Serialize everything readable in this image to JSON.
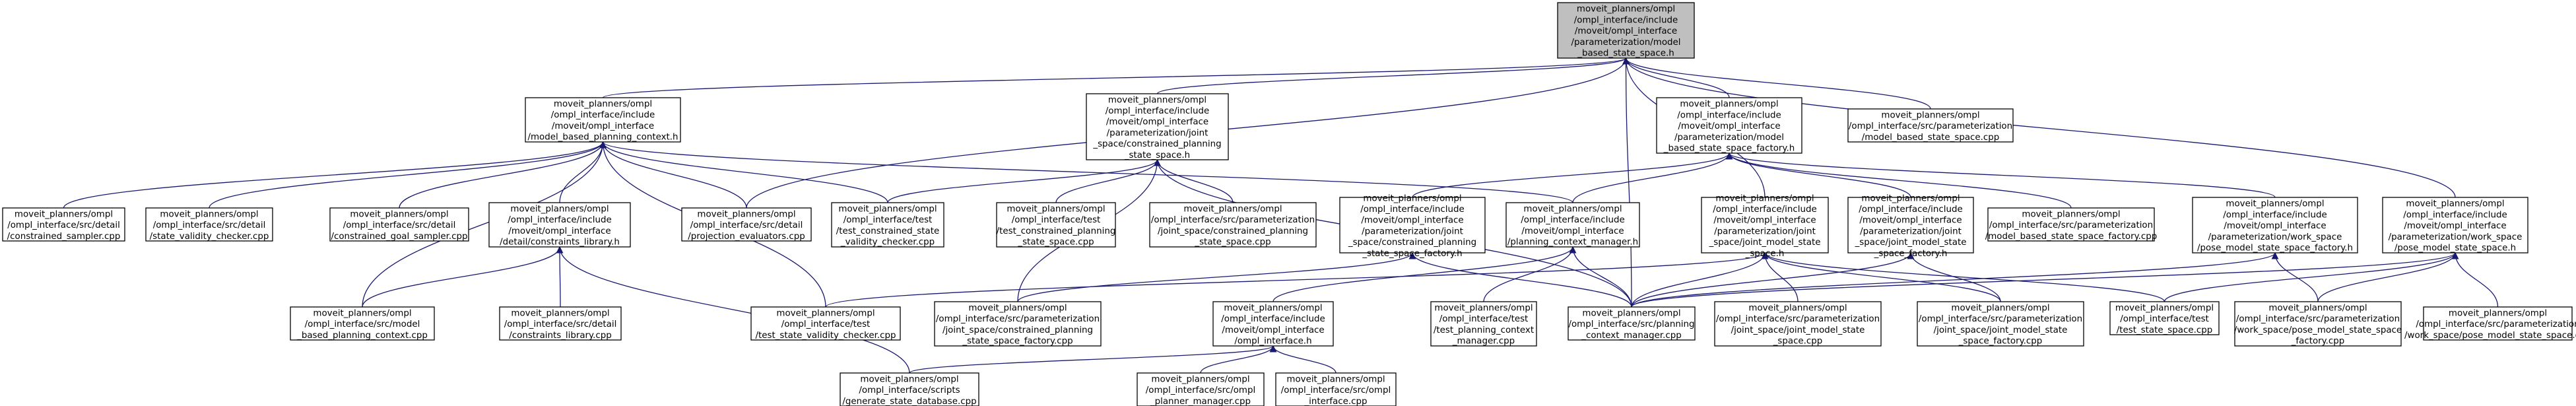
{
  "graph": {
    "colors": {
      "edge": "#191970",
      "root_fill": "#bfbfbf",
      "node_fill": "#ffffff",
      "border": "#000000"
    },
    "nodes": [
      {
        "id": "root",
        "lines": [
          "moveit_planners/ompl",
          "/ompl_interface/include",
          "/moveit/ompl_interface",
          "/parameterization/model",
          "_based_state_space.h"
        ],
        "highlight": true
      },
      {
        "id": "model_based_planning_context_h",
        "lines": [
          "moveit_planners/ompl",
          "/ompl_interface/include",
          "/moveit/ompl_interface",
          "/model_based_planning_context.h"
        ]
      },
      {
        "id": "constrained_planning_state_space_h",
        "lines": [
          "moveit_planners/ompl",
          "/ompl_interface/include",
          "/moveit/ompl_interface",
          "/parameterization/joint",
          "_space/constrained_planning",
          "_state_space.h"
        ]
      },
      {
        "id": "model_based_state_space_factory_h",
        "lines": [
          "moveit_planners/ompl",
          "/ompl_interface/include",
          "/moveit/ompl_interface",
          "/parameterization/model",
          "_based_state_space_factory.h"
        ]
      },
      {
        "id": "model_based_state_space_cpp",
        "lines": [
          "moveit_planners/ompl",
          "/ompl_interface/src/parameterization",
          "/model_based_state_space.cpp"
        ]
      },
      {
        "id": "constrained_sampler_cpp",
        "lines": [
          "moveit_planners/ompl",
          "/ompl_interface/src/detail",
          "/constrained_sampler.cpp"
        ]
      },
      {
        "id": "state_validity_checker_cpp",
        "lines": [
          "moveit_planners/ompl",
          "/ompl_interface/src/detail",
          "/state_validity_checker.cpp"
        ]
      },
      {
        "id": "constrained_goal_sampler_cpp",
        "lines": [
          "moveit_planners/ompl",
          "/ompl_interface/src/detail",
          "/constrained_goal_sampler.cpp"
        ]
      },
      {
        "id": "constraints_library_h",
        "lines": [
          "moveit_planners/ompl",
          "/ompl_interface/include",
          "/moveit/ompl_interface",
          "/detail/constraints_library.h"
        ]
      },
      {
        "id": "projection_evaluators_cpp",
        "lines": [
          "moveit_planners/ompl",
          "/ompl_interface/src/detail",
          "/projection_evaluators.cpp"
        ]
      },
      {
        "id": "test_constrained_state_validity_checker_cpp",
        "lines": [
          "moveit_planners/ompl",
          "/ompl_interface/test",
          "/test_constrained_state",
          "_validity_checker.cpp"
        ]
      },
      {
        "id": "test_constrained_planning_state_space_cpp",
        "lines": [
          "moveit_planners/ompl",
          "/ompl_interface/test",
          "/test_constrained_planning",
          "_state_space.cpp"
        ]
      },
      {
        "id": "constrained_planning_state_space_cpp",
        "lines": [
          "moveit_planners/ompl",
          "/ompl_interface/src/parameterization",
          "/joint_space/constrained_planning",
          "_state_space.cpp"
        ]
      },
      {
        "id": "constrained_planning_state_space_factory_h",
        "lines": [
          "moveit_planners/ompl",
          "/ompl_interface/include",
          "/moveit/ompl_interface",
          "/parameterization/joint",
          "_space/constrained_planning",
          "_state_space_factory.h"
        ]
      },
      {
        "id": "planning_context_manager_h",
        "lines": [
          "moveit_planners/ompl",
          "/ompl_interface/include",
          "/moveit/ompl_interface",
          "/planning_context_manager.h"
        ]
      },
      {
        "id": "joint_model_state_space_h",
        "lines": [
          "moveit_planners/ompl",
          "/ompl_interface/include",
          "/moveit/ompl_interface",
          "/parameterization/joint",
          "_space/joint_model_state",
          "_space.h"
        ]
      },
      {
        "id": "joint_model_state_space_factory_h",
        "lines": [
          "moveit_planners/ompl",
          "/ompl_interface/include",
          "/moveit/ompl_interface",
          "/parameterization/joint",
          "_space/joint_model_state",
          "_space_factory.h"
        ]
      },
      {
        "id": "model_based_state_space_factory_cpp",
        "lines": [
          "moveit_planners/ompl",
          "/ompl_interface/src/parameterization",
          "/model_based_state_space_factory.cpp"
        ]
      },
      {
        "id": "pose_model_state_space_factory_h",
        "lines": [
          "moveit_planners/ompl",
          "/ompl_interface/include",
          "/moveit/ompl_interface",
          "/parameterization/work_space",
          "/pose_model_state_space_factory.h"
        ]
      },
      {
        "id": "pose_model_state_space_h",
        "lines": [
          "moveit_planners/ompl",
          "/ompl_interface/include",
          "/moveit/ompl_interface",
          "/parameterization/work_space",
          "/pose_model_state_space.h"
        ]
      },
      {
        "id": "model_based_planning_context_cpp",
        "lines": [
          "moveit_planners/ompl",
          "/ompl_interface/src/model",
          "_based_planning_context.cpp"
        ]
      },
      {
        "id": "constraints_library_cpp",
        "lines": [
          "moveit_planners/ompl",
          "/ompl_interface/src/detail",
          "/constraints_library.cpp"
        ]
      },
      {
        "id": "test_state_validity_checker_cpp",
        "lines": [
          "moveit_planners/ompl",
          "/ompl_interface/test",
          "/test_state_validity_checker.cpp"
        ]
      },
      {
        "id": "constrained_planning_state_space_factory_cpp",
        "lines": [
          "moveit_planners/ompl",
          "/ompl_interface/src/parameterization",
          "/joint_space/constrained_planning",
          "_state_space_factory.cpp"
        ]
      },
      {
        "id": "ompl_interface_h",
        "lines": [
          "moveit_planners/ompl",
          "/ompl_interface/include",
          "/moveit/ompl_interface",
          "/ompl_interface.h"
        ]
      },
      {
        "id": "test_planning_context_manager_cpp",
        "lines": [
          "moveit_planners/ompl",
          "/ompl_interface/test",
          "/test_planning_context",
          "_manager.cpp"
        ]
      },
      {
        "id": "planning_context_manager_cpp",
        "lines": [
          "moveit_planners/ompl",
          "/ompl_interface/src/planning",
          "_context_manager.cpp"
        ]
      },
      {
        "id": "joint_model_state_space_cpp",
        "lines": [
          "moveit_planners/ompl",
          "/ompl_interface/src/parameterization",
          "/joint_space/joint_model_state",
          "_space.cpp"
        ]
      },
      {
        "id": "joint_model_state_space_factory_cpp",
        "lines": [
          "moveit_planners/ompl",
          "/ompl_interface/src/parameterization",
          "/joint_space/joint_model_state",
          "_space_factory.cpp"
        ]
      },
      {
        "id": "test_state_space_cpp",
        "lines": [
          "moveit_planners/ompl",
          "/ompl_interface/test",
          "/test_state_space.cpp"
        ]
      },
      {
        "id": "pose_model_state_space_factory_cpp",
        "lines": [
          "moveit_planners/ompl",
          "/ompl_interface/src/parameterization",
          "/work_space/pose_model_state_space",
          "_factory.cpp"
        ]
      },
      {
        "id": "pose_model_state_space_cpp",
        "lines": [
          "moveit_planners/ompl",
          "/ompl_interface/src/parameterization",
          "/work_space/pose_model_state_space.cpp"
        ]
      },
      {
        "id": "generate_state_database_cpp",
        "lines": [
          "moveit_planners/ompl",
          "/ompl_interface/scripts",
          "/generate_state_database.cpp"
        ]
      },
      {
        "id": "planner_manager_cpp",
        "lines": [
          "moveit_planners/ompl",
          "/ompl_interface/src/ompl",
          "_planner_manager.cpp"
        ]
      },
      {
        "id": "ompl_interface_cpp",
        "lines": [
          "moveit_planners/ompl",
          "/ompl_interface/src/ompl",
          "_interface.cpp"
        ]
      }
    ],
    "edges": [
      [
        "model_based_planning_context_h",
        "root"
      ],
      [
        "constrained_planning_state_space_h",
        "root"
      ],
      [
        "model_based_state_space_factory_h",
        "root"
      ],
      [
        "model_based_state_space_cpp",
        "root"
      ],
      [
        "joint_model_state_space_h",
        "root"
      ],
      [
        "pose_model_state_space_h",
        "root"
      ],
      [
        "projection_evaluators_cpp",
        "root"
      ],
      [
        "planning_context_manager_cpp",
        "root"
      ],
      [
        "constrained_sampler_cpp",
        "model_based_planning_context_h"
      ],
      [
        "state_validity_checker_cpp",
        "model_based_planning_context_h"
      ],
      [
        "constrained_goal_sampler_cpp",
        "model_based_planning_context_h"
      ],
      [
        "constraints_library_h",
        "model_based_planning_context_h"
      ],
      [
        "projection_evaluators_cpp",
        "model_based_planning_context_h"
      ],
      [
        "test_constrained_state_validity_checker_cpp",
        "model_based_planning_context_h"
      ],
      [
        "planning_context_manager_h",
        "model_based_planning_context_h"
      ],
      [
        "model_based_planning_context_cpp",
        "model_based_planning_context_h"
      ],
      [
        "test_state_validity_checker_cpp",
        "model_based_planning_context_h"
      ],
      [
        "test_constrained_state_validity_checker_cpp",
        "constrained_planning_state_space_h"
      ],
      [
        "test_constrained_planning_state_space_cpp",
        "constrained_planning_state_space_h"
      ],
      [
        "constrained_planning_state_space_cpp",
        "constrained_planning_state_space_h"
      ],
      [
        "constrained_planning_state_space_factory_cpp",
        "constrained_planning_state_space_h"
      ],
      [
        "planning_context_manager_cpp",
        "constrained_planning_state_space_h"
      ],
      [
        "constrained_planning_state_space_factory_h",
        "model_based_state_space_factory_h"
      ],
      [
        "planning_context_manager_h",
        "model_based_state_space_factory_h"
      ],
      [
        "joint_model_state_space_factory_h",
        "model_based_state_space_factory_h"
      ],
      [
        "model_based_state_space_factory_cpp",
        "model_based_state_space_factory_h"
      ],
      [
        "pose_model_state_space_factory_h",
        "model_based_state_space_factory_h"
      ],
      [
        "model_based_planning_context_cpp",
        "constraints_library_h"
      ],
      [
        "constraints_library_cpp",
        "constraints_library_h"
      ],
      [
        "generate_state_database_cpp",
        "constraints_library_h"
      ],
      [
        "constrained_planning_state_space_factory_cpp",
        "constrained_planning_state_space_factory_h"
      ],
      [
        "planning_context_manager_cpp",
        "constrained_planning_state_space_factory_h"
      ],
      [
        "ompl_interface_h",
        "planning_context_manager_h"
      ],
      [
        "test_planning_context_manager_cpp",
        "planning_context_manager_h"
      ],
      [
        "planning_context_manager_cpp",
        "planning_context_manager_h"
      ],
      [
        "test_state_validity_checker_cpp",
        "joint_model_state_space_h"
      ],
      [
        "planning_context_manager_cpp",
        "joint_model_state_space_h"
      ],
      [
        "joint_model_state_space_cpp",
        "joint_model_state_space_h"
      ],
      [
        "joint_model_state_space_factory_cpp",
        "joint_model_state_space_h"
      ],
      [
        "test_state_space_cpp",
        "joint_model_state_space_h"
      ],
      [
        "joint_model_state_space_factory_cpp",
        "joint_model_state_space_factory_h"
      ],
      [
        "planning_context_manager_cpp",
        "joint_model_state_space_factory_h"
      ],
      [
        "pose_model_state_space_factory_cpp",
        "pose_model_state_space_factory_h"
      ],
      [
        "planning_context_manager_cpp",
        "pose_model_state_space_factory_h"
      ],
      [
        "pose_model_state_space_factory_cpp",
        "pose_model_state_space_h"
      ],
      [
        "pose_model_state_space_cpp",
        "pose_model_state_space_h"
      ],
      [
        "test_state_space_cpp",
        "pose_model_state_space_h"
      ],
      [
        "planning_context_manager_cpp",
        "pose_model_state_space_h"
      ],
      [
        "generate_state_database_cpp",
        "ompl_interface_h"
      ],
      [
        "planner_manager_cpp",
        "ompl_interface_h"
      ],
      [
        "ompl_interface_cpp",
        "ompl_interface_h"
      ]
    ]
  }
}
